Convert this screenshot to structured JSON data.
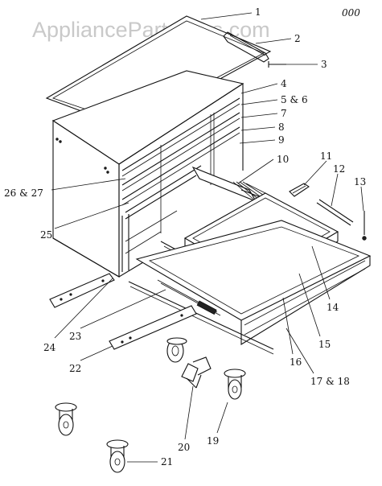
{
  "watermark": "AppliancePartsPros.com",
  "diagram_code": "000",
  "callouts": [
    {
      "id": "c1",
      "label": "1"
    },
    {
      "id": "c2",
      "label": "2"
    },
    {
      "id": "c3",
      "label": "3"
    },
    {
      "id": "c4",
      "label": "4"
    },
    {
      "id": "c5",
      "label": "5 & 6"
    },
    {
      "id": "c7",
      "label": "7"
    },
    {
      "id": "c8",
      "label": "8"
    },
    {
      "id": "c9",
      "label": "9"
    },
    {
      "id": "c10",
      "label": "10"
    },
    {
      "id": "c11",
      "label": "11"
    },
    {
      "id": "c12",
      "label": "12"
    },
    {
      "id": "c13",
      "label": "13"
    },
    {
      "id": "c14",
      "label": "14"
    },
    {
      "id": "c15",
      "label": "15"
    },
    {
      "id": "c16",
      "label": "16"
    },
    {
      "id": "c17",
      "label": "17 & 18"
    },
    {
      "id": "c19",
      "label": "19"
    },
    {
      "id": "c20",
      "label": "20"
    },
    {
      "id": "c21",
      "label": "21"
    },
    {
      "id": "c22",
      "label": "22"
    },
    {
      "id": "c23",
      "label": "23"
    },
    {
      "id": "c24",
      "label": "24"
    },
    {
      "id": "c25",
      "label": "25"
    },
    {
      "id": "c26",
      "label": "26 & 27"
    }
  ]
}
